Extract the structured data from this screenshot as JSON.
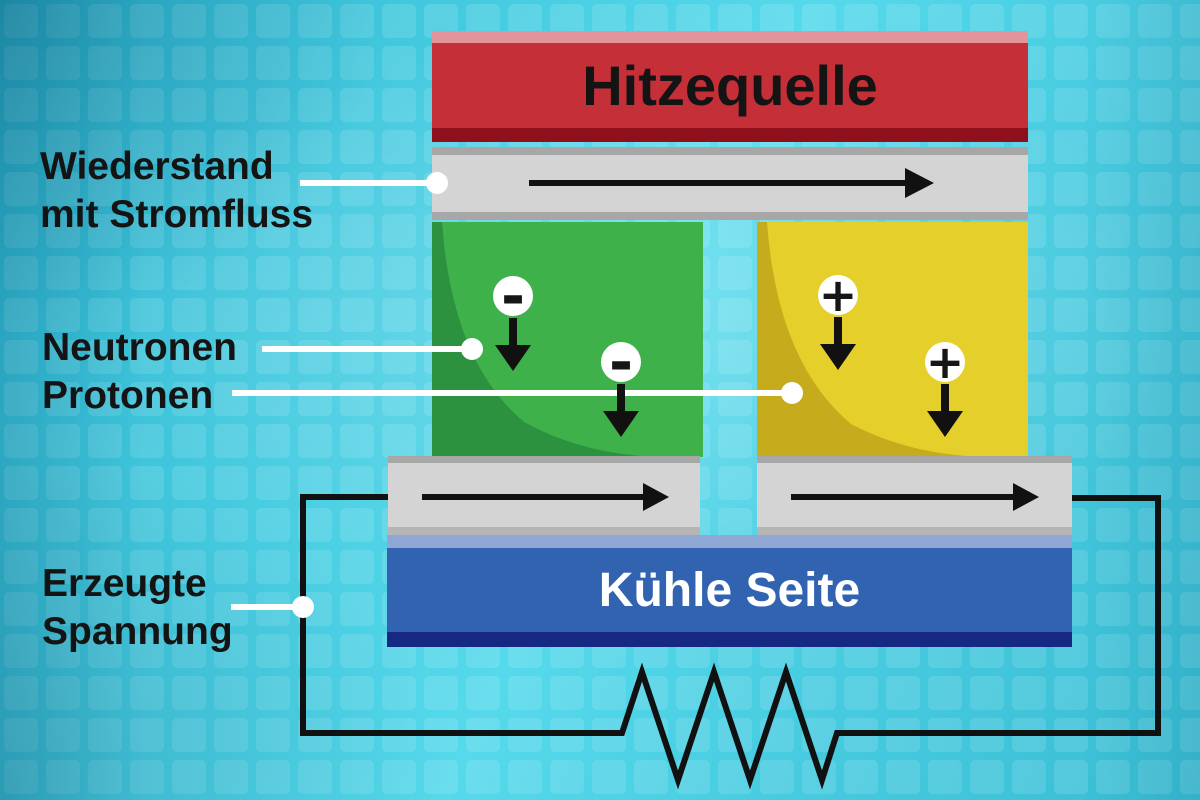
{
  "diagram": {
    "heat_source_label": "Hitzequelle",
    "cold_side_label": "Kühle Seite",
    "left_labels": {
      "resistance_line1": "Wiederstand",
      "resistance_line2": "mit Stromfluss",
      "neutrons": "Neutronen",
      "protons": "Protonen",
      "voltage_line1": "Erzeugte",
      "voltage_line2": "Spannung"
    },
    "charges": {
      "negative": "-",
      "positive": "+"
    },
    "colors": {
      "background_cyan": "#45cbe0",
      "heat_source_red": "#c42f38",
      "heat_source_red_light": "#e2949b",
      "heat_source_red_dark": "#8f0f1a",
      "conductor_gray": "#d4d4d4",
      "conductor_gray_edge": "#a7a7a7",
      "n_type_green": "#3eb14b",
      "n_type_green_dark": "#2d9240",
      "p_type_yellow": "#e5cf2a",
      "p_type_yellow_dark": "#c6ab1d",
      "cold_side_blue": "#3263b1",
      "cold_side_blue_light": "#8fa7d5",
      "cold_side_blue_dark": "#152982",
      "wire_black": "#111111",
      "pointer_white": "#ffffff"
    }
  }
}
